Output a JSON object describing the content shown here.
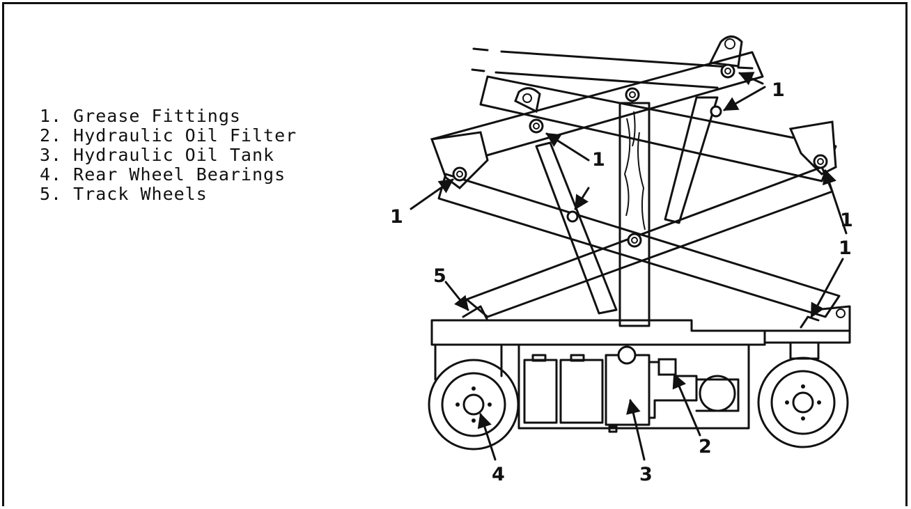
{
  "legend": [
    "1. Grease Fittings",
    "2. Hydraulic Oil Filter",
    "3. Hydraulic Oil Tank",
    "4. Rear Wheel Bearings",
    "5. Track Wheels"
  ],
  "callouts": {
    "grease_top": "1",
    "grease_mid": "1",
    "grease_left": "1",
    "grease_right": "1",
    "grease_lower_right": "1",
    "filter": "2",
    "tank": "3",
    "bearings": "4",
    "track": "5"
  }
}
